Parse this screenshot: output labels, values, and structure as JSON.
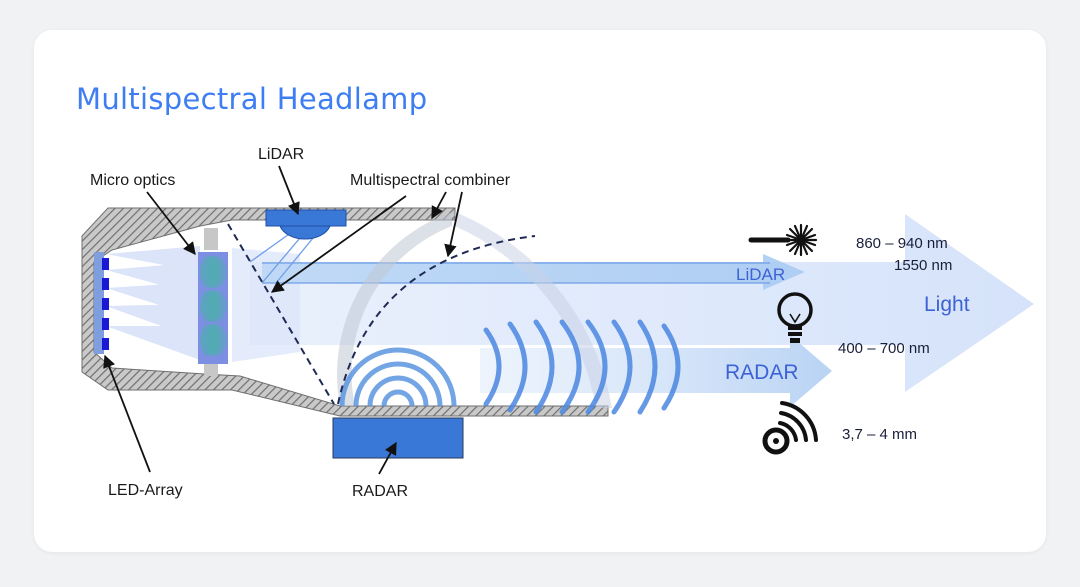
{
  "title": "Multispectral Headlamp",
  "labels": {
    "lidar_top": "LiDAR",
    "micro_optics": "Micro optics",
    "combiner": "Multispectral combiner",
    "led_array": "LED-Array",
    "radar_bottom": "RADAR"
  },
  "beams": {
    "lidar": "LiDAR",
    "radar": "RADAR",
    "light": "Light"
  },
  "specs": {
    "laser_1": "860 – 940 nm",
    "laser_2": "1550 nm",
    "visible": "400 – 700 nm",
    "radar": "3,7 – 4 mm"
  },
  "icons": {
    "laser": "laser-burst-icon",
    "bulb": "light-bulb-icon",
    "radar": "radar-waves-icon"
  },
  "colors": {
    "title": "#3e7ef2",
    "beam_light": "#dbe7fb",
    "beam_radar": "#c8dcf7",
    "component_blue": "#3a78d8",
    "housing_hatch": "#8a8a8a"
  }
}
